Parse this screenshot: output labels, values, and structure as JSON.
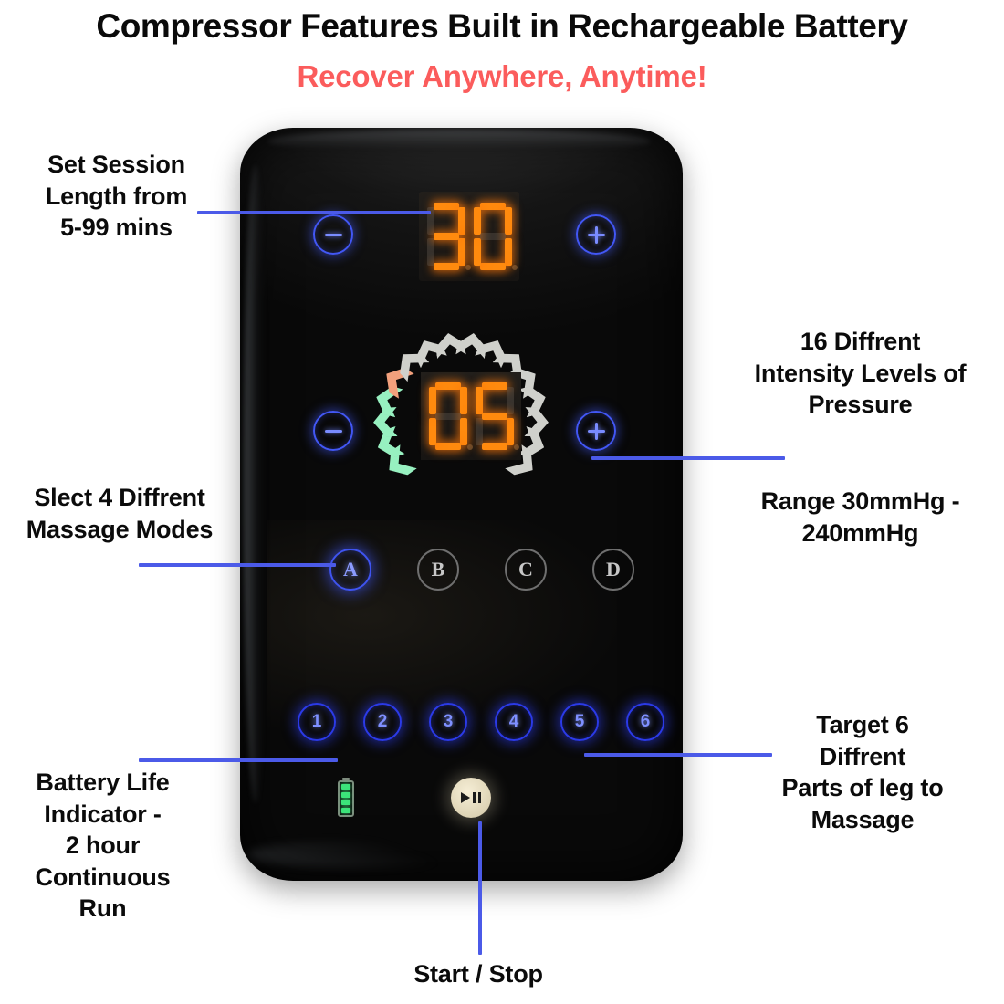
{
  "headings": {
    "title": "Compressor Features Built in Rechargeable Battery",
    "subtitle": "Recover Anywhere, Anytime!",
    "subtitle_color": "#fb5c5c"
  },
  "device": {
    "timer_display": {
      "value": "30",
      "digits": [
        "3",
        "0"
      ],
      "color": "#ff8a0e"
    },
    "intensity_display": {
      "value": "05",
      "digits": [
        "0",
        "5"
      ],
      "color": "#ff8a0e"
    },
    "timer_minus_label": "−",
    "timer_plus_label": "+",
    "intensity_minus_label": "−",
    "intensity_plus_label": "+",
    "intensity_ring": {
      "total_segments": 16,
      "lit_green": 4,
      "lit_orange": 1,
      "green_color": "#97f0c0",
      "orange_color": "#f2a07c",
      "idle_color": "#cfd0cb"
    },
    "mode_buttons": [
      {
        "label": "A",
        "active": true
      },
      {
        "label": "B",
        "active": false
      },
      {
        "label": "C",
        "active": false
      },
      {
        "label": "D",
        "active": false
      }
    ],
    "zone_buttons": [
      {
        "label": "1"
      },
      {
        "label": "2"
      },
      {
        "label": "3"
      },
      {
        "label": "4"
      },
      {
        "label": "5"
      },
      {
        "label": "6"
      }
    ],
    "battery": {
      "bars_total": 4,
      "bars_lit": 4,
      "color": "#3ce47a"
    },
    "start_stop_icon": "play-pause-icon"
  },
  "annotations": {
    "session_length": "Set Session\nLength from\n5-99 mins",
    "session_length_lines": [
      "Set Session",
      "Length from",
      "5-99 mins"
    ],
    "massage_modes_lines": [
      "Slect 4 Diffrent",
      "Massage Modes"
    ],
    "battery_life_lines": [
      "Battery Life",
      "Indicator -",
      "2 hour",
      "Continuous",
      "Run"
    ],
    "intensity_levels_lines": [
      "16 Diffrent",
      "Intensity Levels of",
      "Pressure"
    ],
    "pressure_range_lines": [
      "Range 30mmHg -",
      "240mmHg"
    ],
    "target_zones_lines": [
      "Target 6",
      "Diffrent",
      "Parts of leg to",
      "Massage"
    ],
    "start_stop": "Start / Stop",
    "leader_color": "#4b5ae8"
  }
}
